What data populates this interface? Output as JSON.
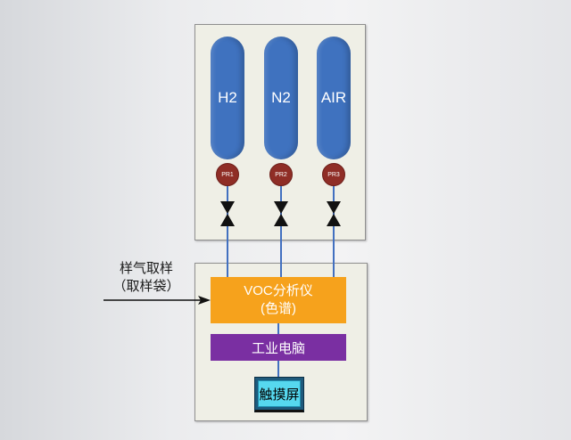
{
  "cylinders": [
    {
      "gas": "H2",
      "gauge": "PR1"
    },
    {
      "gas": "N2",
      "gauge": "PR2"
    },
    {
      "gas": "AIR",
      "gauge": "PR3"
    }
  ],
  "analyzer": {
    "line1": "VOC分析仪",
    "line2": "(色谱)"
  },
  "computer": "工业电脑",
  "touchscreen": "触摸屏",
  "sample_input": {
    "line1": "样气取样",
    "line2": "（取样袋）"
  },
  "colors": {
    "cylinder": "#3f72bf",
    "gauge": "#8f2d26",
    "analyzer": "#f6a21c",
    "computer": "#7a2fa2",
    "touchscreen": "#56d8ef",
    "pipe": "#4270c0"
  }
}
